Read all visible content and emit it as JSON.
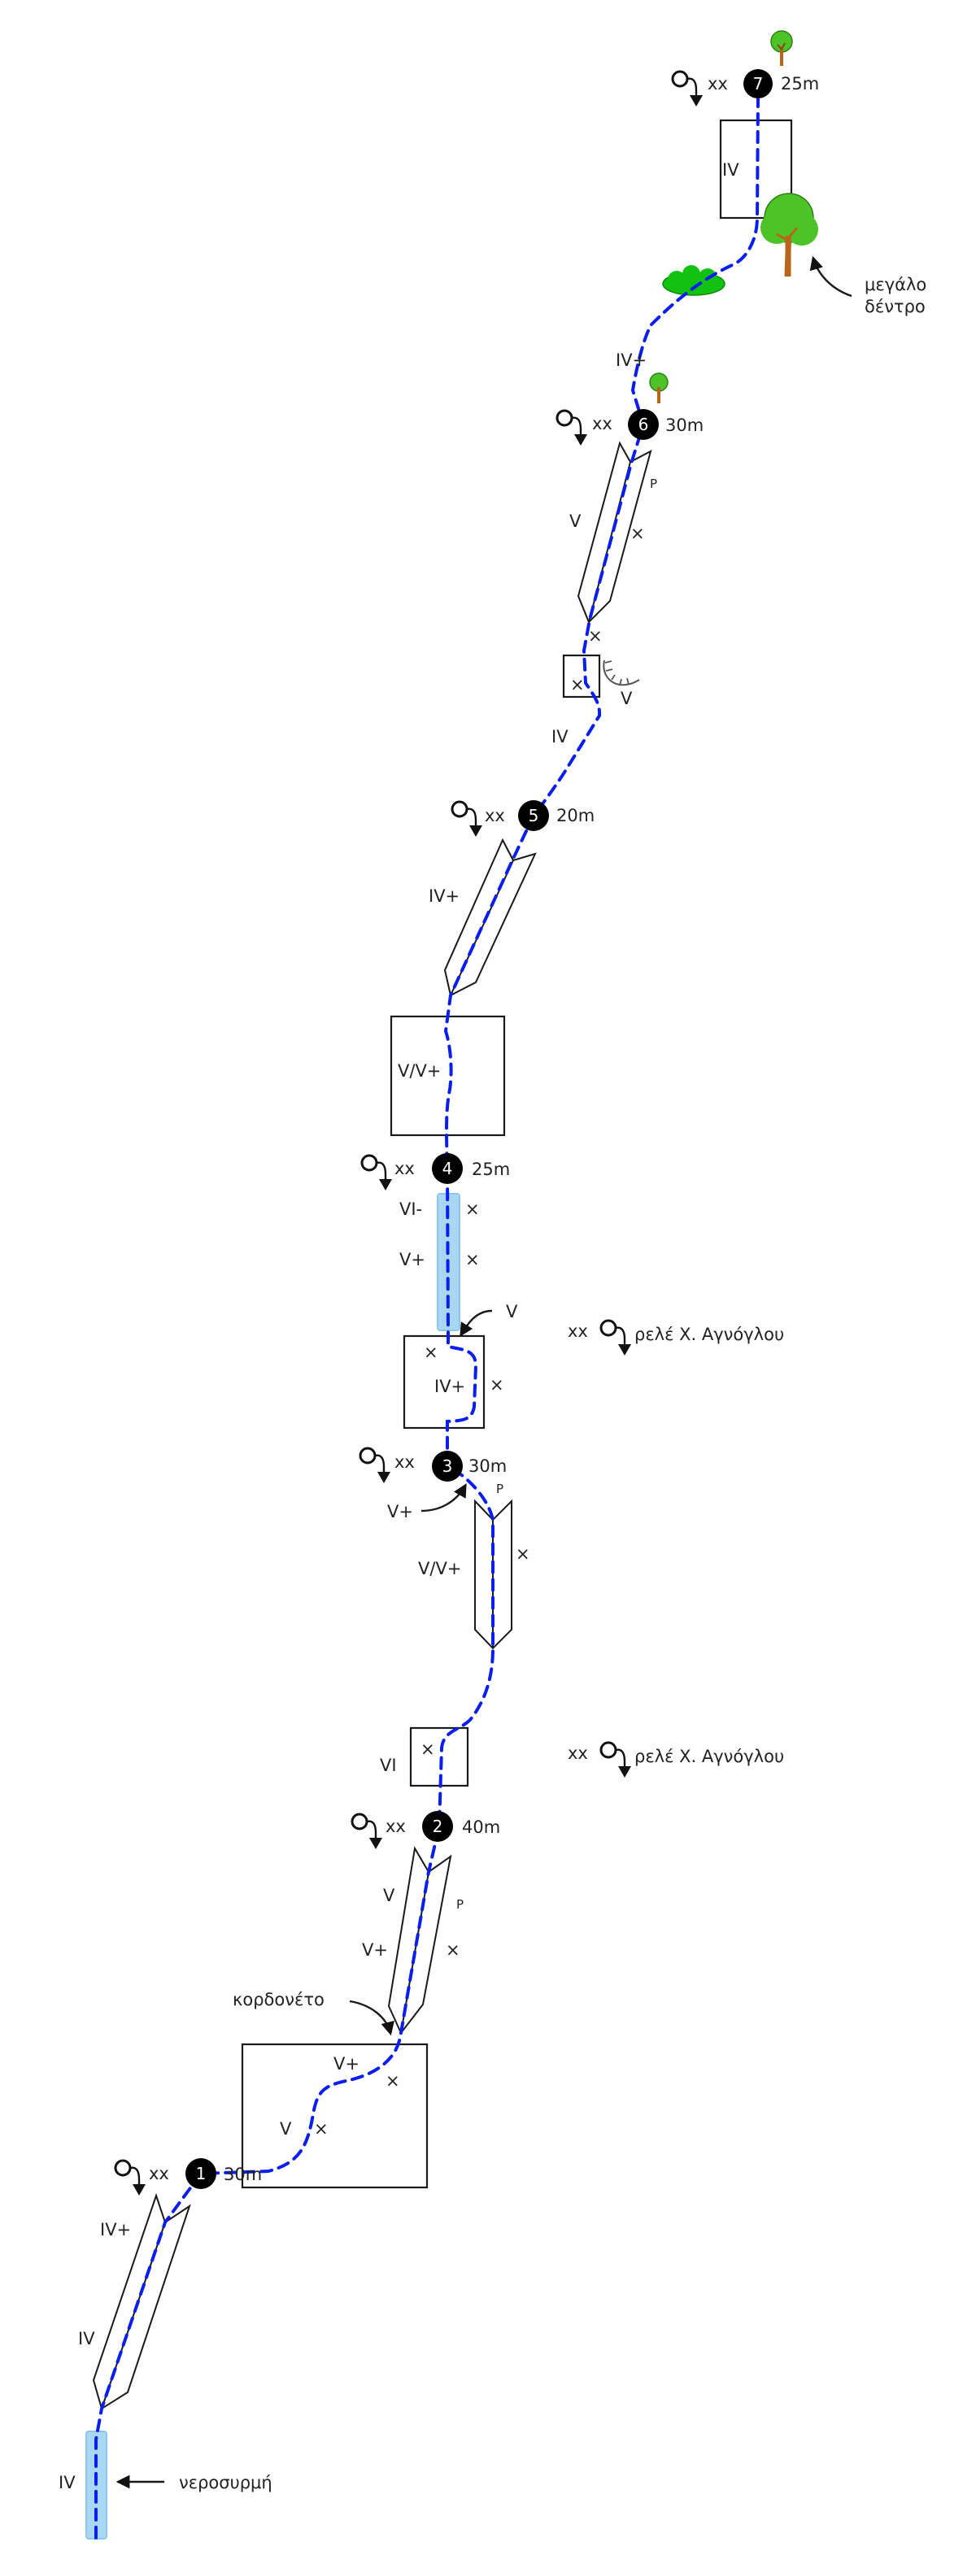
{
  "title": "Climbing route topo",
  "colors": {
    "route": "#0a1ef0",
    "water": "#a9d6f2",
    "tree_foliage": "#4cc427",
    "bush": "#11c211",
    "trunk": "#b8651a",
    "node": "#000000"
  },
  "anchor_symbol": "xx",
  "rappel_icon": "rappel-ring-arrow-icon",
  "stations": [
    {
      "number": "7",
      "length": "25m"
    },
    {
      "number": "6",
      "length": "30m"
    },
    {
      "number": "5",
      "length": "20m"
    },
    {
      "number": "4",
      "length": "25m"
    },
    {
      "number": "3",
      "length": "30m"
    },
    {
      "number": "2",
      "length": "40m"
    },
    {
      "number": "1",
      "length": "30m"
    }
  ],
  "grades": {
    "p7_box": "IV",
    "p6_above": "IV+",
    "p6_chute": "V",
    "p6_below_arc": "V",
    "p5_above": "IV",
    "p5_chute": "IV+",
    "p4_box": "V/V+",
    "p4_water_upper": "VI-",
    "p4_water_lower": "V+",
    "p3_arrow_box": "V",
    "p3_box": "IV+",
    "p3_arrow": "V+",
    "p3_chute": "V/V+",
    "p2_box": "VI",
    "p2_chute_upper": "V",
    "p2_chute_lower": "V+",
    "p1_box_upper": "V+",
    "p1_box_lower": "V",
    "p1_chute_upper": "IV+",
    "p1_chute_lower": "IV",
    "start_water": "IV"
  },
  "marks": {
    "bolt": "×",
    "piton": "P"
  },
  "annotations": {
    "big_tree": [
      "μεγάλο",
      "δέντρο"
    ],
    "relay_1": "ρελέ Χ. Αγνόγλου",
    "relay_2": "ρελέ Χ. Αγνόγλου",
    "kordoneto": "κορδονέτο",
    "waterstreak": "νεροσυρμή"
  }
}
